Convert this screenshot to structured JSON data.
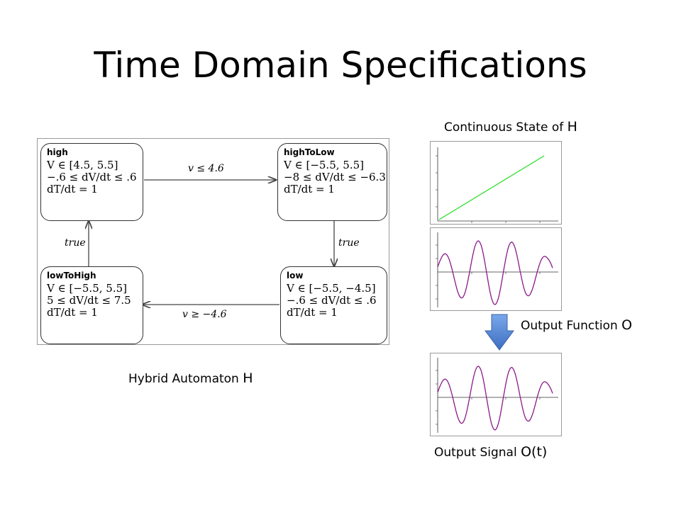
{
  "slide": {
    "title": "Time Domain Specifications"
  },
  "captions": {
    "continuous_state": "Continuous State of",
    "continuous_state_sym": "H",
    "output_function": "Output Function",
    "output_function_sym": "O",
    "hybrid_automaton": "Hybrid Automaton",
    "hybrid_automaton_sym": "H",
    "output_signal": "Output Signal",
    "output_signal_sym": "O(t)"
  },
  "automaton": {
    "states": {
      "high": {
        "name": "high",
        "invariant": "V ∈ [4.5, 5.5]",
        "flow_v": "−.6 ≤ dV/dt ≤ .6",
        "flow_t": "dT/dt = 1"
      },
      "highToLow": {
        "name": "highToLow",
        "invariant": "V ∈ [−5.5, 5.5]",
        "flow_v": "−8 ≤ dV/dt ≤ −6.3",
        "flow_t": "dT/dt = 1"
      },
      "lowToHigh": {
        "name": "lowToHigh",
        "invariant": "V ∈ [−5.5, 5.5]",
        "flow_v": "5 ≤ dV/dt ≤ 7.5",
        "flow_t": "dT/dt = 1"
      },
      "low": {
        "name": "low",
        "invariant": "V ∈ [−5.5, −4.5]",
        "flow_v": "−.6 ≤ dV/dt ≤ .6",
        "flow_t": "dT/dt = 1"
      }
    },
    "transitions": {
      "high_to_highToLow": "v ≤ 4.6",
      "highToLow_to_low": "true",
      "low_to_lowToHigh": "v ≥ −4.6",
      "lowToHigh_to_high": "true"
    }
  },
  "colors": {
    "state_line": "#22dd22",
    "signal_line": "#8a1a8a",
    "arrow_fill": "#4f86d8"
  }
}
